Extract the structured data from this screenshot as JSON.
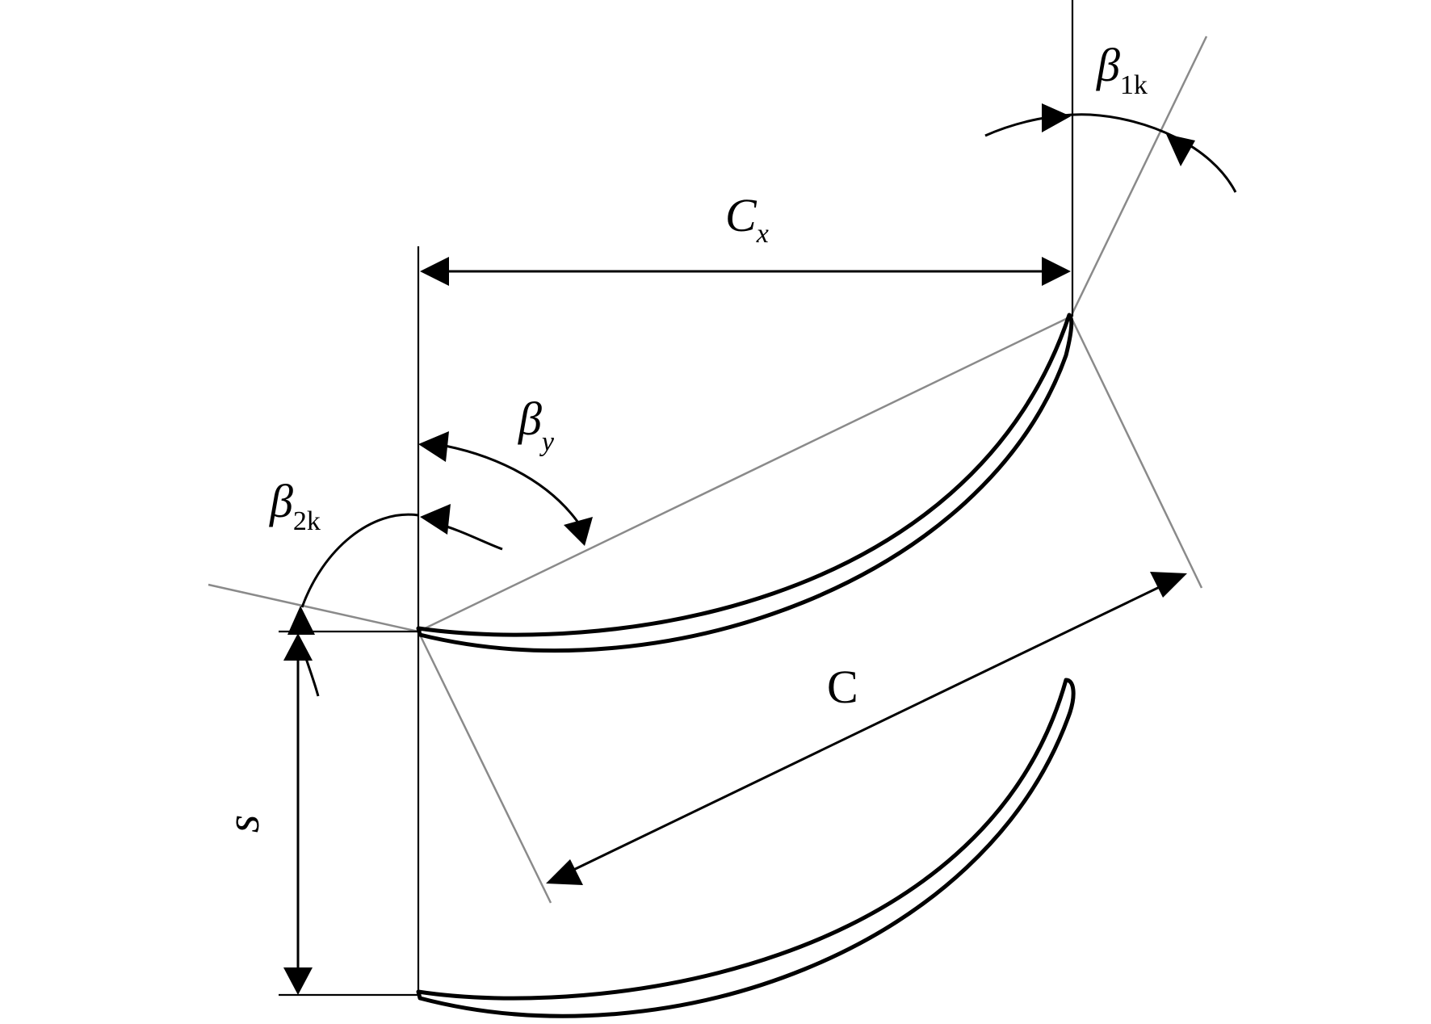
{
  "labels": {
    "cx": {
      "main": "C",
      "sub": "x"
    },
    "c": "C",
    "s": "s",
    "beta_y": {
      "main": "β",
      "sub": "y"
    },
    "beta_1k": {
      "main": "β",
      "sub": "1k"
    },
    "beta_2k": {
      "main": "β",
      "sub": "2k"
    }
  },
  "colors": {
    "blade": "#000000",
    "construction_line": "#8a8a8a",
    "dimension": "#000000"
  }
}
